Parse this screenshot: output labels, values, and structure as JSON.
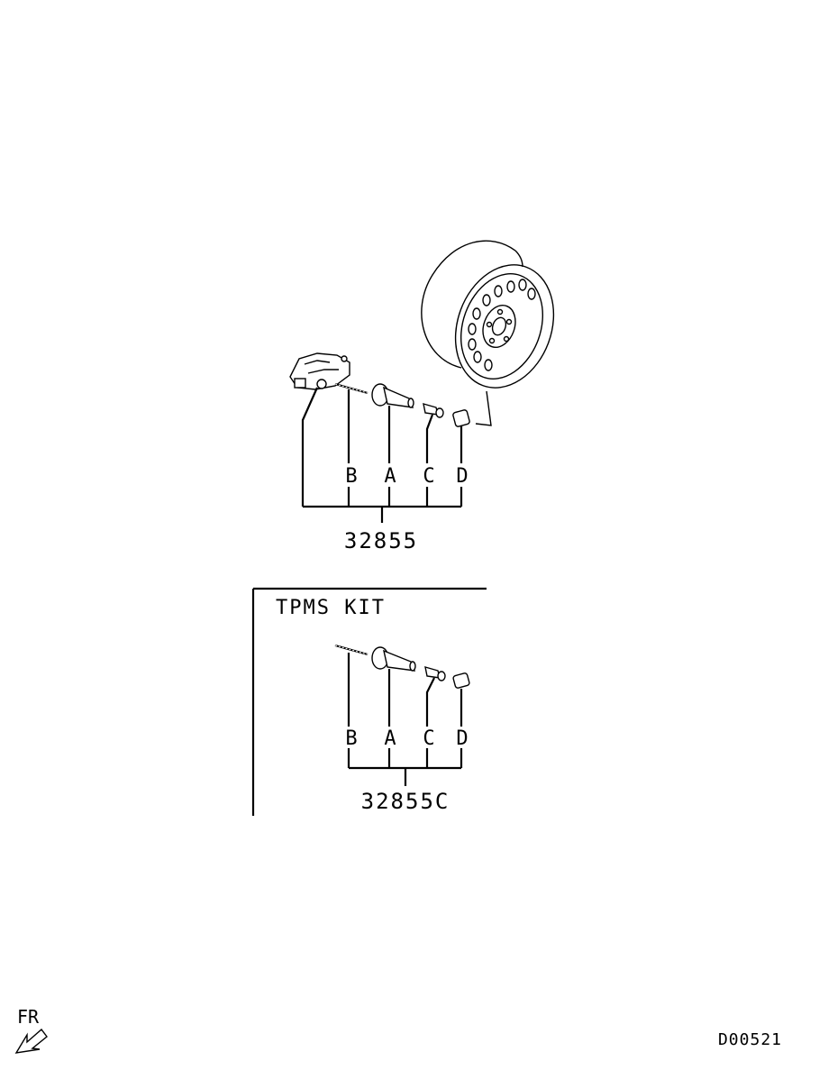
{
  "upper_group": {
    "callouts": [
      "B",
      "A",
      "C",
      "D"
    ],
    "part_number": "32855"
  },
  "kit_box": {
    "title": "TPMS KIT",
    "callouts": [
      "B",
      "A",
      "C",
      "D"
    ],
    "part_number": "32855C"
  },
  "direction_label": "FR",
  "drawing_code": "D00521",
  "icons": [
    "wheel-illustration",
    "tpms-sensor-icon",
    "screw-icon",
    "valve-stem-icon",
    "valve-core-icon",
    "valve-cap-icon",
    "front-direction-arrow-icon"
  ]
}
